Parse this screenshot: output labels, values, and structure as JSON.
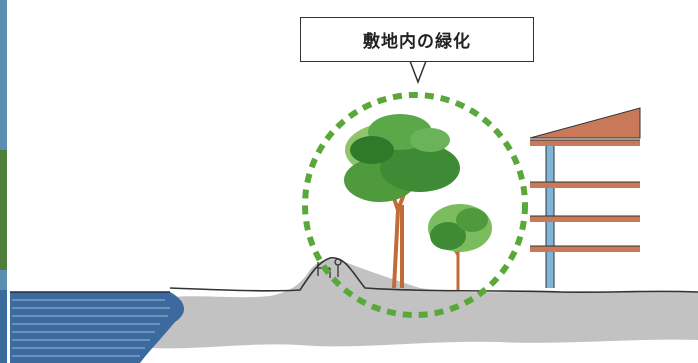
{
  "callout": {
    "label": "敷地内の緑化"
  },
  "colors": {
    "dashed_circle": "#5aa83a",
    "water": "#3d6a9e",
    "ground": "#b8b8b8",
    "tree_trunk": "#c26b38",
    "tree_canopy": "#4f9a3c",
    "building_floor": "#c9785a",
    "building_column": "#7fb6d8",
    "left_photo_strip": "#5b8fb0"
  },
  "scene": {
    "elements": [
      "water",
      "embankment",
      "ground-mound",
      "tall-tree",
      "small-tree",
      "apartment-building"
    ]
  }
}
